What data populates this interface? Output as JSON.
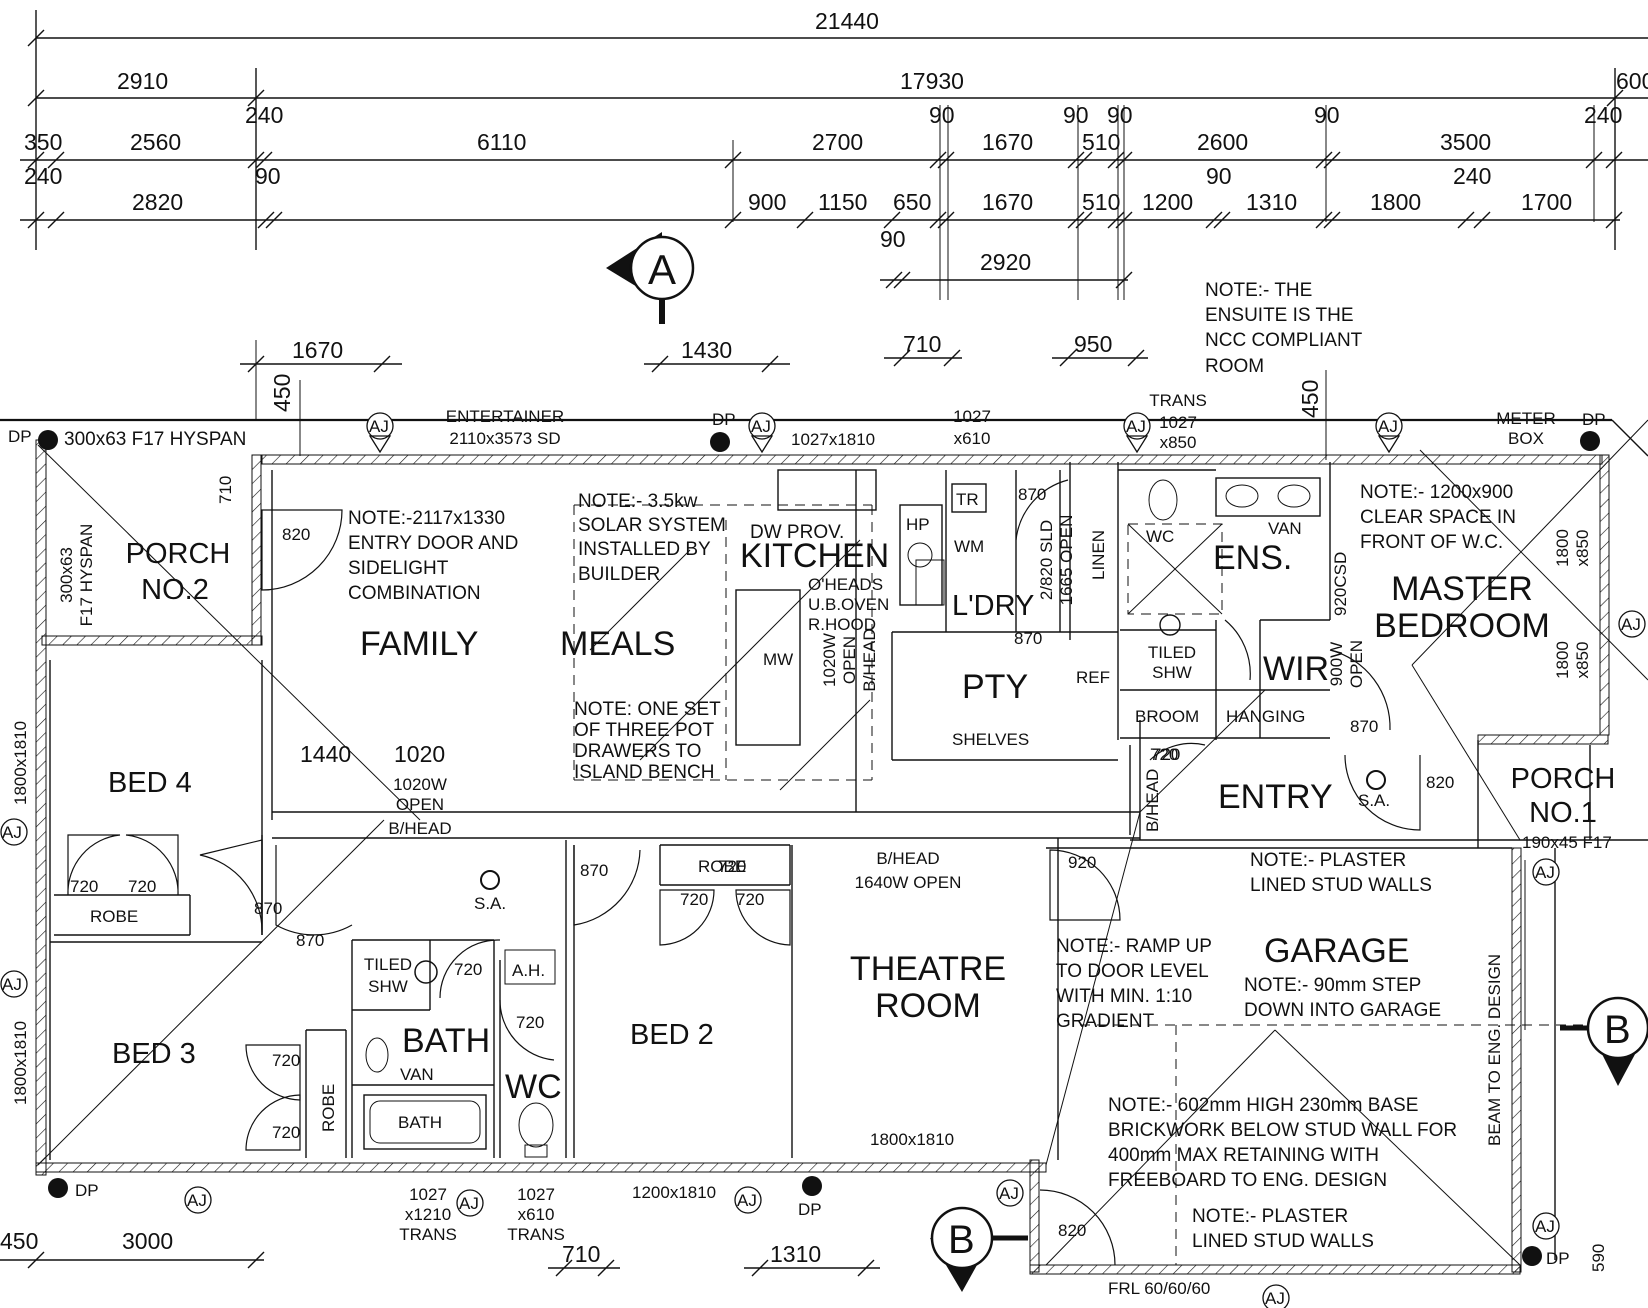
{
  "dimensions": {
    "overall": "21440",
    "row1": [
      "2910",
      "17930",
      "600"
    ],
    "row2_top": [
      "240",
      "90",
      "90",
      "90",
      "90",
      "240"
    ],
    "row2": [
      "350",
      "2560",
      "6110",
      "2700",
      "1670",
      "510",
      "2600",
      "3500"
    ],
    "row3_top": [
      "240",
      "90",
      "90",
      "240"
    ],
    "row3": [
      "2820",
      "900",
      "1150",
      "650",
      "1670",
      "510",
      "1200",
      "1310",
      "1800",
      "1700"
    ],
    "row4": [
      "90",
      "2920"
    ],
    "openings": [
      "1670",
      "1430",
      "710",
      "950",
      "450",
      "450"
    ],
    "bottom": [
      "450",
      "3000",
      "710",
      "1310",
      "590"
    ]
  },
  "section_markers": {
    "a": "A",
    "b_left": "B",
    "b_right": "B"
  },
  "rooms": {
    "porch2": "PORCH\nNO.2",
    "family": "FAMILY",
    "meals": "MEALS",
    "kitchen": "KITCHEN",
    "ldry": "L'DRY",
    "pty": "PTY",
    "ens": "ENS.",
    "master": "MASTER\nBEDROOM",
    "wir": "WIR",
    "bed4": "BED 4",
    "bed3": "BED 3",
    "bath": "BATH",
    "wc": "WC",
    "bed2": "BED 2",
    "theatre": "THEATRE\nROOM",
    "entry": "ENTRY",
    "porch1": "PORCH\nNO.1",
    "garage": "GARAGE"
  },
  "notes": {
    "ensuite": "NOTE:- THE\nENSUITE IS THE\nNCC COMPLIANT\nROOM",
    "entry_door": "NOTE:-2117x1330\nENTRY DOOR AND\nSIDELIGHT\nCOMBINATION",
    "solar": "NOTE:- 3.5kw\nSOLAR SYSTEM\nINSTALLED BY\nBUILDER",
    "drawers": "NOTE: ONE SET\nOF THREE POT\nDRAWERS TO\nISLAND BENCH",
    "clear_space": "NOTE:- 1200x900\nCLEAR SPACE IN\nFRONT OF W.C.",
    "plaster1": "NOTE:- PLASTER\nLINED STUD WALLS",
    "ramp": "NOTE:- RAMP UP\nTO DOOR LEVEL\nWITH MIN. 1:10\nGRADIENT",
    "step": "NOTE:- 90mm STEP\nDOWN INTO GARAGE",
    "brickwork": "NOTE:- 602mm HIGH 230mm BASE\nBRICKWORK BELOW STUD WALL FOR\n400mm MAX RETAINING WITH\nFREEBOARD TO ENG. DESIGN",
    "plaster2": "NOTE:- PLASTER\nLINED STUD WALLS"
  },
  "labels": {
    "hyspan_top": "300x63 F17 HYSPAN",
    "hyspan_side": "300x63\nF17 HYSPAN",
    "entertainer": "ENTERTAINER\n2110x3573 SD",
    "win_1027x1810": "1027x1810",
    "win_1027x610": "1027\nx610",
    "trans_top": "TRANS\n1027\nx850",
    "meter_box": "METER\nBOX",
    "dp": "DP",
    "aj": "AJ",
    "dw_prov": "DW PROV.",
    "tr": "TR",
    "hp": "HP",
    "wm": "WM",
    "oheads": "O'HEADS\nU.B.OVEN\nR.HOOD",
    "mw": "MW",
    "open_1020": "1020W\nOPEN\nB/HEAD",
    "sld": "2/820 SLD\n1665 OPEN",
    "linen": "LINEN",
    "ref": "REF",
    "shelves": "SHELVES",
    "broom": "BROOM",
    "hanging": "HANGING",
    "van_ens": "VAN",
    "wc_ens": "WC",
    "tiled_shw": "TILED\nSHW",
    "csd": "920CSD",
    "open_900": "900W\nOPEN",
    "win_1800x850": "1800\nx850",
    "robe": "ROBE",
    "bhead_1640": "B/HEAD\n1640W OPEN",
    "open_1020w": "1020W\nOPEN\nB/HEAD",
    "sa": "S.A.",
    "ah": "A.H.",
    "van": "VAN",
    "bath_fixture": "BATH",
    "b_head": "B/HEAD",
    "f17": "190x45 F17",
    "beam": "BEAM TO ENG. DESIGN",
    "win_1800x1810_side": "1800x1810",
    "win_1800x1810": "1800x1810",
    "win_1200x1810": "1200x1810",
    "trans_1210": "1027\nx1210\nTRANS",
    "trans_610": "1027\nx610\nTRANS",
    "frl": "FRL 60/60/60"
  },
  "door_sizes": [
    "820",
    "720",
    "720",
    "870",
    "870",
    "870",
    "870",
    "720",
    "720",
    "720",
    "720",
    "720",
    "870",
    "920",
    "820",
    "720",
    "820",
    "870",
    "1440",
    "1020",
    "710",
    "720",
    "720",
    "720"
  ]
}
